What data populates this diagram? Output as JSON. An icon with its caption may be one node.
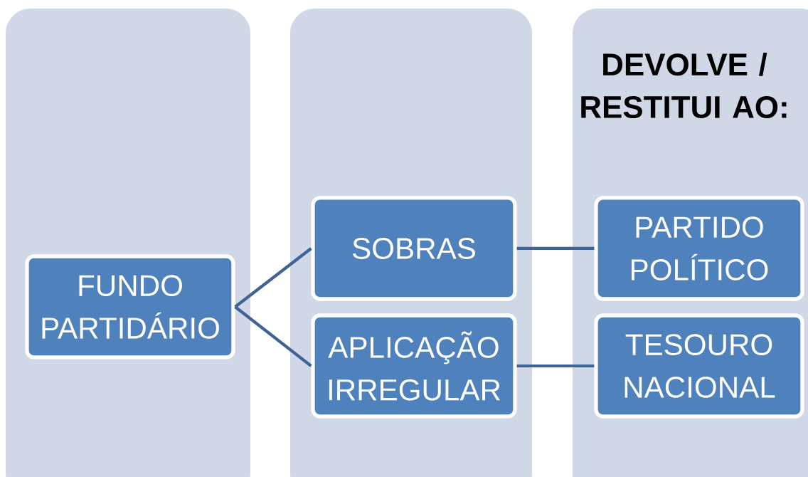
{
  "diagram": {
    "nodes": [
      {
        "text": [],
        "shape": "box"
      },
      {
        "text": [],
        "shape": "box"
      },
      {
        "text": [
          "DEVOLVE / RESTITUI AO:"
        ]
      },
      {
        "text": [
          "FUNDO PARTIDÁRIO"
        ],
        "in": 0
      },
      {
        "text": [
          "SOBRAS"
        ],
        "in": 1
      },
      {
        "text": [
          "APLICAÇÃO IRREGULAR"
        ],
        "in": 1
      },
      {
        "text": [
          "PARTIDO POLÍTICO"
        ],
        "in": 2
      },
      {
        "text": [
          "TESOURO NACIONAL"
        ],
        "in": 2
      }
    ],
    "edges": [
      {
        "from": 3,
        "to": 4,
        "arrow": "none"
      },
      {
        "from": 3,
        "to": 5,
        "arrow": "none"
      },
      {
        "from": 4,
        "to": 6,
        "arrow": "none"
      },
      {
        "from": 5,
        "to": 7,
        "arrow": "none"
      }
    ]
  }
}
